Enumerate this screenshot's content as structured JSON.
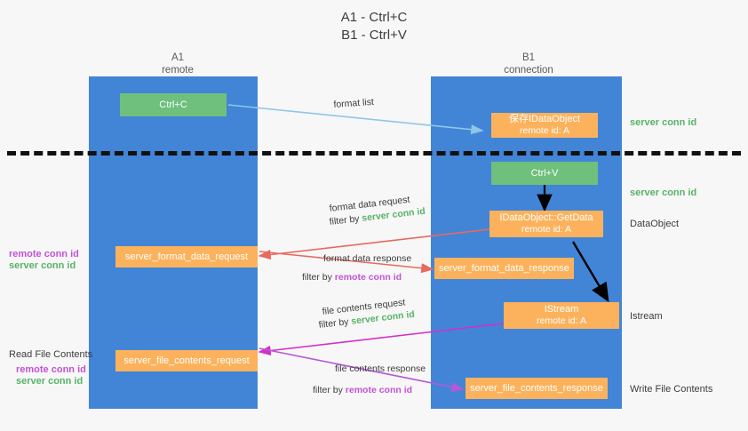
{
  "title": {
    "line1": "A1 - Ctrl+C",
    "line2": "B1 - Ctrl+V"
  },
  "lanes": [
    {
      "name": "A1",
      "sub": "remote"
    },
    {
      "name": "B1",
      "sub": "connection"
    }
  ],
  "colors": {
    "lane": "#4285d6",
    "green_box": "#6ec07c",
    "orange_box": "#fcb25c",
    "server_conn_id": "#57b368",
    "remote_conn_id": "#c452d6",
    "arrow_blue": "#8ec6e8",
    "arrow_red": "#e8695f",
    "arrow_magenta": "#d42fc8",
    "arrow_purple": "#b558d6",
    "arrow_black": "#000000",
    "divider": "#111111"
  },
  "boxes": {
    "ctrl_c": {
      "label": "Ctrl+C"
    },
    "ctrl_v": {
      "label": "Ctrl+V"
    },
    "save_idataobject": {
      "line1": "保存IDataObject",
      "line2": "remote id: A"
    },
    "getdata": {
      "line1": "IDataObject::GetData",
      "line2": "remote id: A"
    },
    "istream": {
      "line1": "IStream",
      "line2": "remote id: A"
    },
    "server_format_data_request": {
      "label": "server_format_data_request"
    },
    "server_format_data_response": {
      "label": "server_format_data_response"
    },
    "server_file_contents_request": {
      "label": "server_file_contents_request"
    },
    "server_file_contents_response": {
      "label": "server_file_contents_response"
    }
  },
  "right_labels": {
    "server_conn_id_top": "server conn id",
    "server_conn_id_mid": "server conn id",
    "dataobject": "DataObject",
    "istream": "Istream",
    "write_file_contents": "Write File Contents"
  },
  "left_labels": {
    "format_remote": "remote conn id",
    "format_server": "server conn id",
    "read_file_contents": "Read File Contents",
    "file_remote": "remote conn id",
    "file_server": "server conn id"
  },
  "captions": {
    "format_list": "format list",
    "format_data_request": "format data request",
    "format_data_request_filter_prefix": "filter by ",
    "format_data_request_filter_value": "server conn id",
    "format_data_response": "format data response",
    "format_data_response_filter_prefix": "filter by ",
    "format_data_response_filter_value": "remote conn id",
    "file_contents_request": "file contents request",
    "file_contents_request_filter_prefix": "filter by ",
    "file_contents_request_filter_value": "server conn id",
    "file_contents_response": "file contents response",
    "file_contents_response_filter_prefix": "filter by ",
    "file_contents_response_filter_value": "remote conn id"
  }
}
